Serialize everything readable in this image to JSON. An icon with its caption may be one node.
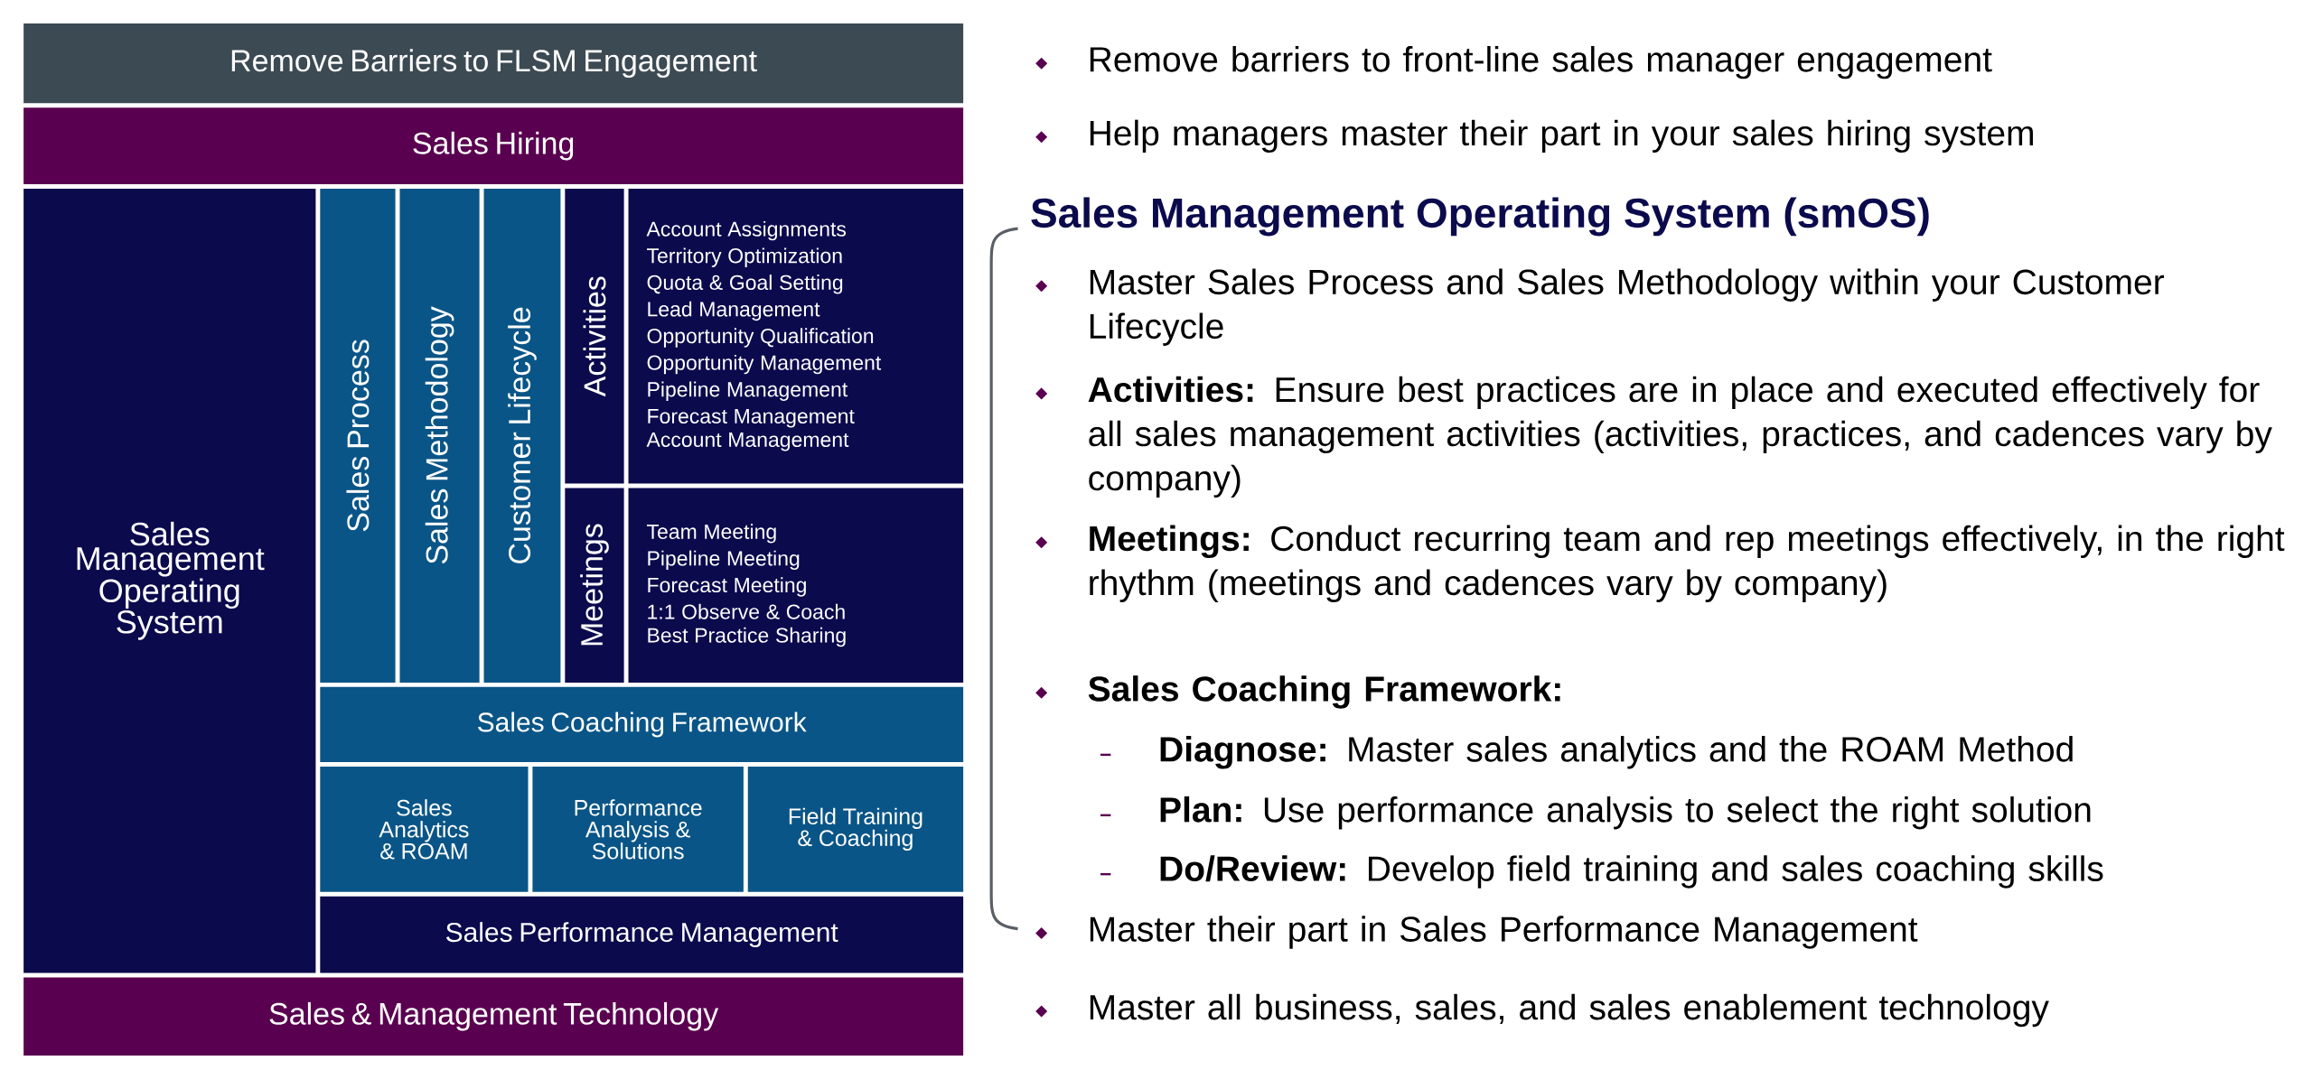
{
  "diagram": {
    "nodes": [
      {
        "text": [
          "Remove Barriers to FLSM Engagement"
        ]
      },
      {
        "text": [
          "Sales Hiring"
        ]
      },
      {
        "text": [
          "Sales Management Operating System"
        ]
      },
      {
        "text": [
          "Sales Process"
        ]
      },
      {
        "text": [
          "Sales Methodology"
        ]
      },
      {
        "text": [
          "Customer Lifecycle"
        ]
      },
      {
        "text": [
          "Activities"
        ]
      },
      {
        "text": [
          "Account Assignments",
          "Territory Optimization",
          "Quota & Goal Setting",
          "Lead Management",
          "Opportunity Qualification",
          "Opportunity Management",
          "Pipeline Management",
          "Forecast Management",
          "Account Management"
        ]
      },
      {
        "text": [
          "Meetings"
        ]
      },
      {
        "text": [
          "Team Meeting",
          "Pipeline Meeting",
          "Forecast Meeting",
          "1:1 Observe & Coach",
          "Best Practice Sharing"
        ]
      },
      {
        "text": [
          "Sales Coaching Framework"
        ]
      },
      {
        "text": [
          "Sales Analytics & ROAM"
        ]
      },
      {
        "text": [
          "Performance Analysis & Solutions"
        ]
      },
      {
        "text": [
          "Field Training & Coaching"
        ]
      },
      {
        "text": [
          "Sales Performance Management"
        ]
      },
      {
        "text": [
          "Sales & Management Technology"
        ]
      }
    ],
    "labels": [
      "Remove barriers to front-line sales manager engagement",
      "Help managers master their part in your sales hiring system",
      "Sales Management Operating System (smOS)",
      "Master Sales Process and Sales Methodology within your Customer Lifecycle",
      "**Activities:** Ensure best practices are in place and executed effectively for all sales management activities (activities, practices, and cadences vary by company)",
      "**Meetings:** Conduct recurring team and rep meetings effectively, in the right rhythm (meetings and cadences vary by company)",
      "**Sales Coaching Framework:**",
      "**Diagnose:** Master sales analytics and the ROAM Method",
      "**Plan:** Use performance analysis to select the right solution",
      "**Do/Review:** Develop field training and sales coaching skills",
      "Master their part in Sales Performance Management",
      "Master all business, sales, and sales enablement technology"
    ]
  }
}
